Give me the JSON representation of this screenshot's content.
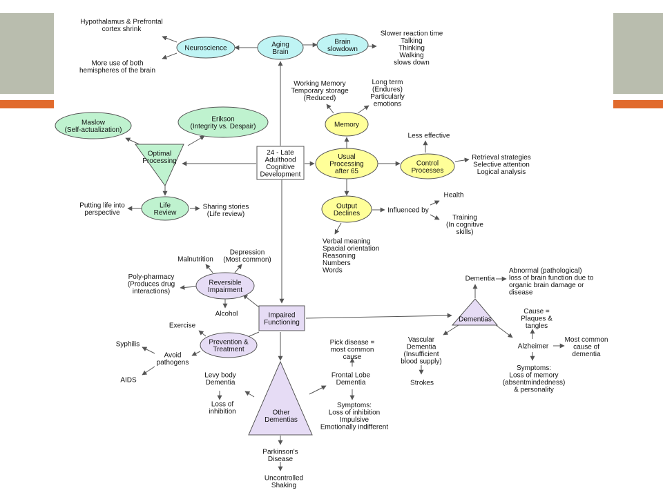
{
  "slide": {
    "colors": {
      "side_band": "#b9bdae",
      "accent_bar": "#e16a2c",
      "edge": "#555555",
      "text": "#111111"
    }
  },
  "diagram": {
    "nodes": {
      "aging_brain": {
        "lines": [
          "Aging",
          "Brain"
        ],
        "fill": "#bff4f4"
      },
      "brain_slowdown": {
        "lines": [
          "Brain",
          "slowdown"
        ],
        "fill": "#bff4f4"
      },
      "neuroscience": {
        "lines": [
          "Neuroscience"
        ],
        "fill": "#bff4f4"
      },
      "maslow": {
        "lines": [
          "Maslow",
          "(Self-actualization)"
        ],
        "fill": "#bff2cf"
      },
      "erikson": {
        "lines": [
          "Erikson",
          "(Integrity vs. Despair)"
        ],
        "fill": "#bff2cf"
      },
      "optimal_processing": {
        "lines": [
          "Optimal",
          "Processing"
        ],
        "fill": "#bff2cf"
      },
      "life_review": {
        "lines": [
          "Life",
          "Review"
        ],
        "fill": "#bff2cf"
      },
      "central": {
        "lines": [
          "24 - Late",
          "Adulthood",
          "Cognitive",
          "Development"
        ],
        "fill": "#ffffff"
      },
      "memory": {
        "lines": [
          "Memory"
        ],
        "fill": "#ffff99"
      },
      "usual_processing": {
        "lines": [
          "Usual",
          "Processing",
          "after 65"
        ],
        "fill": "#ffff99"
      },
      "control_processes": {
        "lines": [
          "Control",
          "Processes"
        ],
        "fill": "#ffff99"
      },
      "output_declines": {
        "lines": [
          "Output",
          "Declines"
        ],
        "fill": "#ffff99"
      },
      "reversible_impairment": {
        "lines": [
          "Reversible",
          "Impairment"
        ],
        "fill": "#e6dcf5"
      },
      "impaired_functioning": {
        "lines": [
          "Impaired",
          "Functioning"
        ],
        "fill": "#e6dcf5"
      },
      "prevention_treatment": {
        "lines": [
          "Prevention &",
          "Treatment"
        ],
        "fill": "#e6dcf5"
      },
      "dementias": {
        "lines": [
          "Dementias"
        ],
        "fill": "#e6dcf5"
      },
      "other_dementias": {
        "lines": [
          "Other",
          "Dementias"
        ],
        "fill": "#e6dcf5"
      }
    },
    "labels": {
      "hypothalamus": [
        "Hypothalamus & Prefrontal",
        "cortex shrink"
      ],
      "hemispheres": [
        "More use of both",
        "hemispheres of the brain"
      ],
      "slowdown_effects": [
        "Slower reaction time",
        "Talking",
        "Thinking",
        "Walking",
        "slows down"
      ],
      "working_memory": [
        "Working Memory",
        "Temporary storage",
        "(Reduced)"
      ],
      "long_term": [
        "Long term",
        "(Endures)",
        "Particularly",
        "emotions"
      ],
      "less_effective": [
        "Less effective"
      ],
      "retrieval": [
        "Retrieval strategies",
        "Selective attention",
        "Logical analysis"
      ],
      "influenced_by": [
        "Influenced by"
      ],
      "health": [
        "Health"
      ],
      "training": [
        "Training",
        "(In cognitive",
        "skills)"
      ],
      "verbal": [
        "Verbal meaning",
        "Spacial orientation",
        "Reasoning",
        "Numbers",
        "Words"
      ],
      "life_into_perspective": [
        "Putting life into",
        "perspective"
      ],
      "sharing_stories": [
        "Sharing stories",
        "(Life review)"
      ],
      "malnutrition": [
        "Malnutrition"
      ],
      "depression": [
        "Depression",
        "(Most common)"
      ],
      "poly_pharmacy": [
        "Poly-pharmacy",
        "(Produces drug",
        "interactions)"
      ],
      "alcohol": [
        "Alcohol"
      ],
      "exercise": [
        "Exercise"
      ],
      "syphilis": [
        "Syphilis"
      ],
      "avoid_pathogens": [
        "Avoid",
        "pathogens"
      ],
      "aids": [
        "AIDS"
      ],
      "pick_disease": [
        "Pick disease =",
        "most common",
        "cause"
      ],
      "levy_body": [
        "Levy body",
        "Dementia"
      ],
      "loss_inhibition": [
        "Loss of",
        "inhibition"
      ],
      "frontal_lobe": [
        "Frontal Lobe",
        "Dementia"
      ],
      "symptoms_inhibition": [
        "Symptoms:",
        "Loss of inhibition",
        "Impulsive",
        "Emotionally indifferent"
      ],
      "parkinsons": [
        "Parkinson's",
        "Disease"
      ],
      "uncontrolled_shaking": [
        "Uncontrolled",
        "Shaking"
      ],
      "dementia": [
        "Dementia"
      ],
      "abnormal": [
        "Abnormal (pathological)",
        "loss of brain function due to",
        "organic brain damage or",
        "disease"
      ],
      "plaques": [
        "Cause =",
        "Plaques &",
        "tangles"
      ],
      "vascular": [
        "Vascular",
        "Dementia",
        "(Insufficient",
        "blood supply)"
      ],
      "alzheimer": [
        "Alzheimer"
      ],
      "most_common_cause": [
        "Most common",
        "cause of",
        "dementia"
      ],
      "strokes": [
        "Strokes"
      ],
      "symptoms_memory": [
        "Symptoms:",
        "Loss of memory",
        "(absentmindedness)",
        "& personality"
      ]
    }
  }
}
